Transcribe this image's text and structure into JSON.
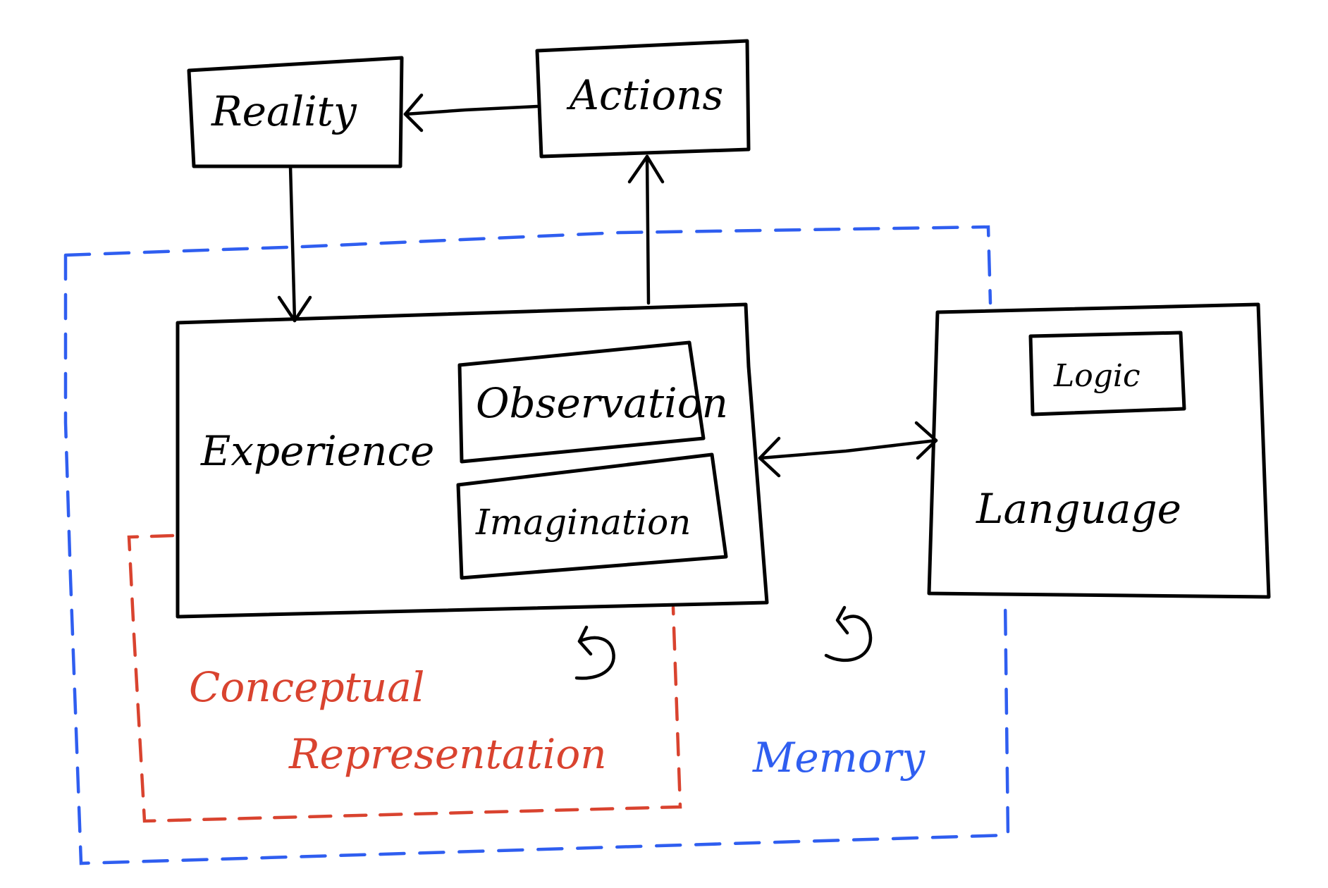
{
  "diagram": {
    "nodes": {
      "reality": {
        "label": "Reality"
      },
      "actions": {
        "label": "Actions"
      },
      "experience": {
        "label": "Experience"
      },
      "observation": {
        "label": "Observation"
      },
      "imagination": {
        "label": "Imagination"
      },
      "language": {
        "label": "Language"
      },
      "logic": {
        "label": "Logic"
      }
    },
    "regions": {
      "conceptual_representation": {
        "label_line1": "Conceptual",
        "label_line2": "Representation",
        "color": "#d9432f"
      },
      "memory": {
        "label": "Memory",
        "color": "#2f5ef0"
      }
    },
    "edges": [
      {
        "from": "Actions",
        "to": "Reality",
        "type": "arrow"
      },
      {
        "from": "Reality",
        "to": "Experience",
        "type": "arrow"
      },
      {
        "from": "Experience",
        "to": "Actions",
        "type": "arrow"
      },
      {
        "from": "Experience",
        "to": "Language",
        "type": "bidirectional"
      }
    ],
    "loop_icons": [
      {
        "name": "experience-loop",
        "symbol": "counterclockwise-loop"
      },
      {
        "name": "memory-loop",
        "symbol": "counterclockwise-loop"
      }
    ]
  }
}
